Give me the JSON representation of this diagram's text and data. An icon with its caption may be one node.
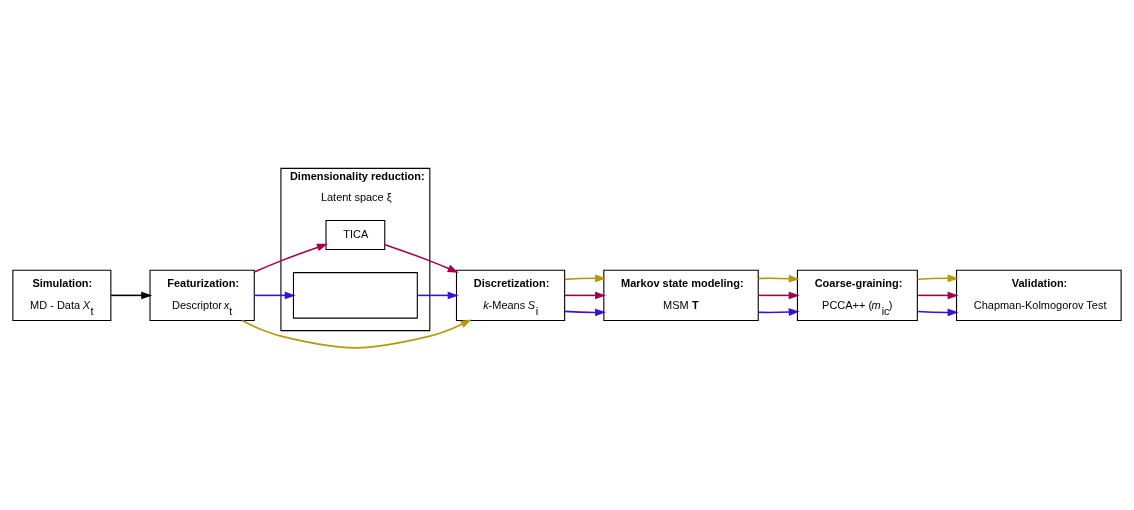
{
  "diagram": {
    "nodes": [
      {
        "text": [
          "Simulation:",
          "MD - Data *X*$_{t}$"
        ]
      },
      {
        "text": [
          "Featurization:",
          "Descriptor *x*$_{t}$"
        ]
      },
      {
        "text": [
          "Dimensionality reduction:",
          "Latent space ξ"
        ]
      },
      {
        "text": [
          "TICA"
        ],
        "in": 2
      },
      {
        "text": [],
        "shape": "box",
        "in": 2
      },
      {
        "text": [
          "Discretization:",
          "*k*-Means *S*$_{i}$"
        ]
      },
      {
        "text": [
          "Markov state modeling:",
          "MSM **T**"
        ]
      },
      {
        "text": [
          "Coarse-graining:",
          "PCCA++ (*m*$_{ic}$)"
        ]
      },
      {
        "text": [
          "Validation:",
          "Chapman-Kolmogorov Test"
        ]
      }
    ],
    "edges": [
      {
        "from": 0,
        "to": 1,
        "arrow": "to",
        "color": "#000000"
      },
      {
        "from": 1,
        "to": 3,
        "arrow": "to",
        "color": "#a5004a"
      },
      {
        "from": 1,
        "to": 4,
        "arrow": "to",
        "color": "#3a10d8"
      },
      {
        "from": 1,
        "to": 5,
        "arrow": "to",
        "color": "#b8980a"
      },
      {
        "from": 3,
        "to": 5,
        "arrow": "to",
        "color": "#a5004a"
      },
      {
        "from": 4,
        "to": 5,
        "arrow": "to",
        "color": "#3a10d8"
      },
      {
        "from": 5,
        "to": 6,
        "arrow": "to",
        "color": "#3a10d8"
      },
      {
        "from": 5,
        "to": 6,
        "arrow": "to",
        "color": "#a5004a"
      },
      {
        "from": 5,
        "to": 6,
        "arrow": "to",
        "color": "#b8980a"
      },
      {
        "from": 6,
        "to": 7,
        "arrow": "to",
        "color": "#3a10d8"
      },
      {
        "from": 6,
        "to": 7,
        "arrow": "to",
        "color": "#a5004a"
      },
      {
        "from": 6,
        "to": 7,
        "arrow": "to",
        "color": "#b8980a"
      },
      {
        "from": 7,
        "to": 8,
        "arrow": "to",
        "color": "#3a10d8"
      },
      {
        "from": 7,
        "to": 8,
        "arrow": "to",
        "color": "#a5004a"
      },
      {
        "from": 7,
        "to": 8,
        "arrow": "to",
        "color": "#b8980a"
      }
    ]
  }
}
